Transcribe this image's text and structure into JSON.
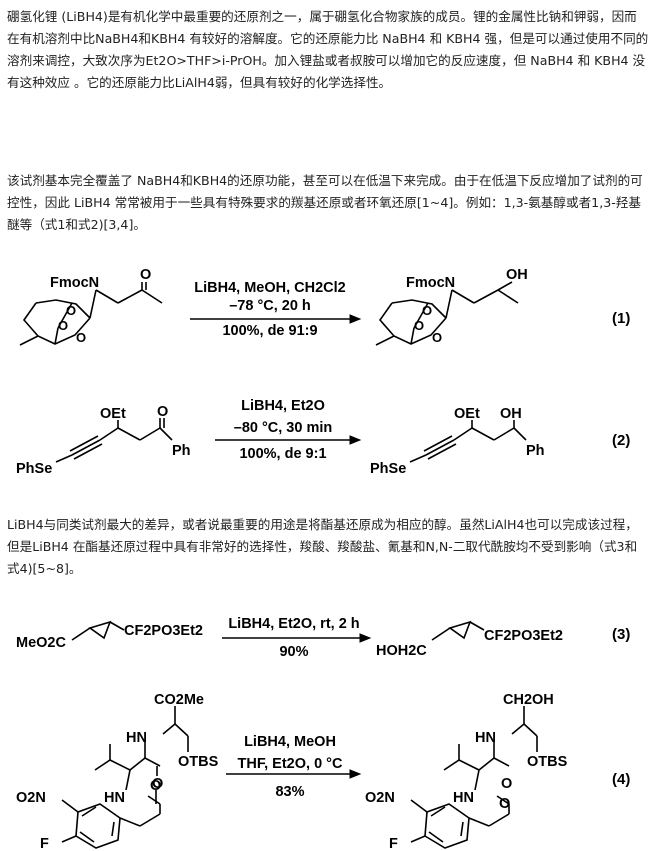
{
  "paragraphs": {
    "p1": "硼氢化锂 (LiBH4)是有机化学中最重要的还原剂之一，属于硼氢化合物家族的成员。锂的金属性比钠和钾弱，因而在有机溶剂中比NaBH4和KBH4 有较好的溶解度。它的还原能力比 NaBH4 和 KBH4 强，但是可以通过使用不同的溶剂来调控，大致次序为Et2O>THF>i-PrOH。加入锂盐或者叔胺可以增加它的反应速度，但 NaBH4 和 KBH4 没有这种效应 。它的还原能力比LiAlH4弱，但具有较好的化学选择性。",
    "p2": "该试剂基本完全覆盖了 NaBH4和KBH4的还原功能，甚至可以在低温下来完成。由于在低温下反应增加了试剂的可控性，因此 LiBH4 常常被用于一些具有特殊要求的羰基还原或者环氧还原[1~4]。例如：1,3-氨基醇或者1,3-羟基醚等（式1和式2)[3,4]。",
    "p3": "LiBH4与同类试剂最大的差异，或者说最重要的用途是将酯基还原成为相应的醇。虽然LiAlH4也可以完成该过程，但是LiBH4 在酯基还原过程中具有非常好的选择性，羧酸、羧酸盐、氰基和N,N-二取代酰胺均不受到影响（式3和式4)[5~8]。"
  },
  "schemes": {
    "s1": {
      "conditions": [
        "LiBH4, MeOH, CH2Cl2",
        "–78 °C, 20 h",
        "100%, de 91:9"
      ],
      "label": "(1)",
      "sm_labels": {
        "n": "FmocN",
        "o": "O"
      },
      "pr_labels": {
        "n": "FmocN",
        "oh": "OH"
      }
    },
    "s2": {
      "conditions": [
        "LiBH4, Et2O",
        "–80 °C, 30 min",
        "100%, de 9:1"
      ],
      "label": "(2)",
      "sm_labels": {
        "oet": "OEt",
        "o": "O",
        "ph": "Ph",
        "phse": "PhSe"
      },
      "pr_labels": {
        "oet": "OEt",
        "oh": "OH",
        "ph": "Ph",
        "phse": "PhSe"
      }
    },
    "s3": {
      "conditions": [
        "LiBH4, Et2O, rt, 2 h",
        "90%"
      ],
      "label": "(3)",
      "sm_labels": {
        "left": "MeO2C",
        "right": "CF2PO3Et2"
      },
      "pr_labels": {
        "left": "HOH2C",
        "right": "CF2PO3Et2"
      }
    },
    "s4": {
      "conditions": [
        "LiBH4, MeOH",
        "THF, Et2O, 0 °C",
        "83%"
      ],
      "label": "(4)",
      "sm_labels": {
        "top": "CO2Me",
        "hn1": "HN",
        "o1": "O",
        "otbs": "OTBS",
        "hn2": "HN",
        "o2": "O",
        "no2": "O2N",
        "f": "F"
      },
      "pr_labels": {
        "top": "CH2OH",
        "hn1": "HN",
        "o1": "O",
        "otbs": "OTBS",
        "hn2": "HN",
        "o2": "O",
        "no2": "O2N",
        "f": "F"
      }
    }
  }
}
